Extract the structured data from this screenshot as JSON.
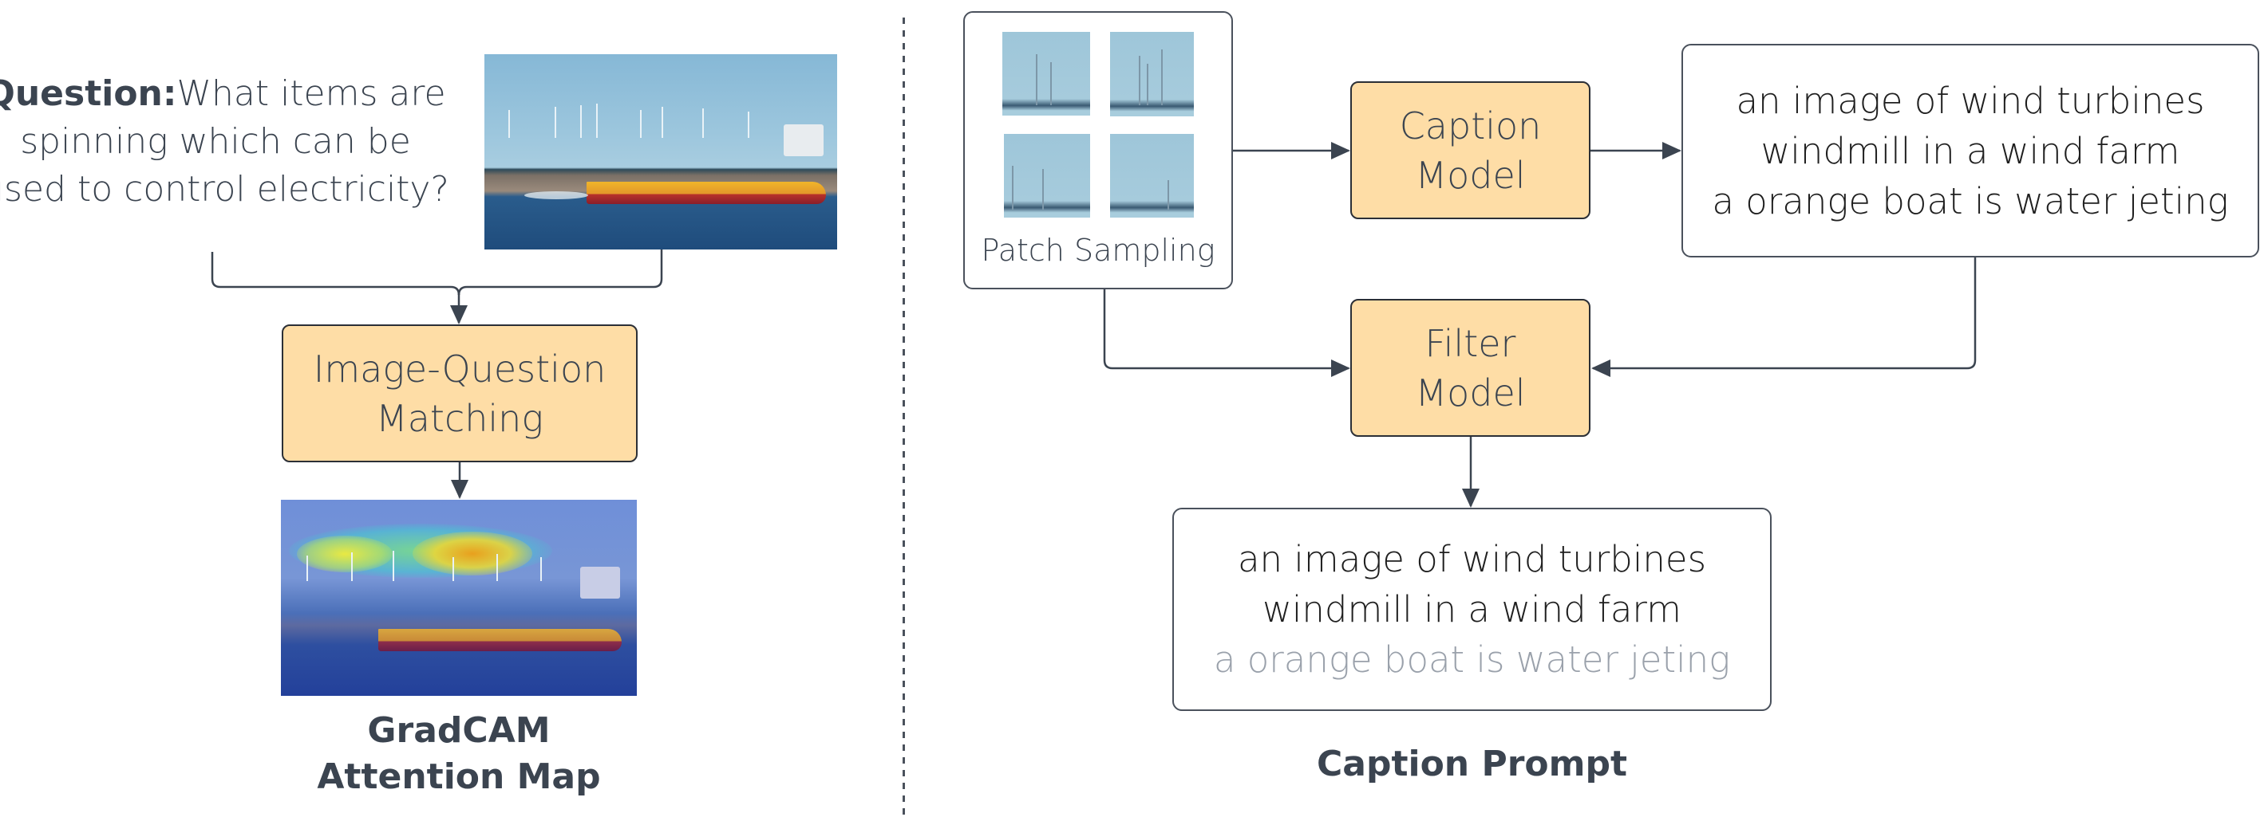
{
  "left_panel": {
    "question_label": "Question:",
    "question_text": "What items are spinning which can be used to control electricity?",
    "question_lines": [
      "What items are",
      "spinning which can be",
      "used to control electricity?"
    ],
    "input_image": {
      "alt": "speedboat on water with wind turbines in background",
      "icon": "photo-icon"
    },
    "matching_node": {
      "lines": [
        "Image-Question",
        "Matching"
      ]
    },
    "attention_image": {
      "alt": "GradCAM heatmap overlay highlighting wind turbines",
      "icon": "heatmap-icon"
    },
    "caption_lines": [
      "GradCAM",
      "Attention Map"
    ]
  },
  "right_panel": {
    "patch_sampling": {
      "label": "Patch Sampling",
      "patch_count": 4
    },
    "caption_model": {
      "lines": [
        "Caption",
        "Model"
      ]
    },
    "filter_model": {
      "lines": [
        "Filter",
        "Model"
      ]
    },
    "generated_captions": [
      "an image of wind turbines",
      "windmill in a wind farm",
      "a orange boat is water jeting"
    ],
    "filtered_captions": [
      {
        "text": "an image of wind turbines",
        "kept": true
      },
      {
        "text": "windmill in a wind farm",
        "kept": true
      },
      {
        "text": "a orange boat is water jeting",
        "kept": false
      }
    ],
    "output_label": "Caption Prompt"
  },
  "colors": {
    "node_fill": "#fedda6",
    "text_dark": "#3b4450",
    "text_muted": "#9aa1ab",
    "edge": "#3b4450"
  }
}
